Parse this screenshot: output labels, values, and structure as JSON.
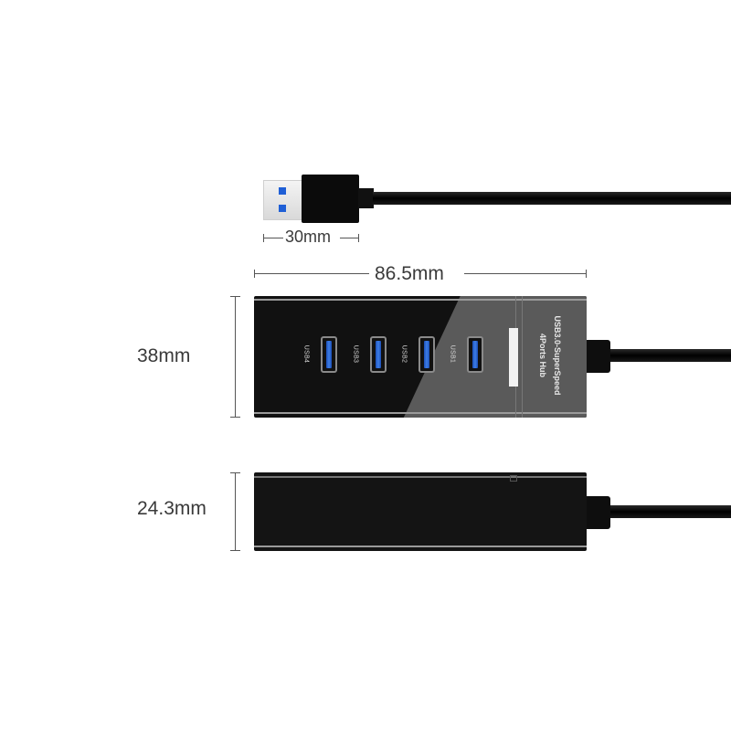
{
  "dimensions": {
    "plug_length": "30mm",
    "hub_length": "86.5mm",
    "hub_width": "38mm",
    "hub_height": "24.3mm"
  },
  "hub": {
    "ports": [
      {
        "label": "USB4"
      },
      {
        "label": "USB3"
      },
      {
        "label": "USB2"
      },
      {
        "label": "USB1"
      }
    ],
    "text_line1": "USB3.0-SuperSpeed",
    "text_line2": "4Ports Hub"
  },
  "colors": {
    "port_blue": "#1f5fd6",
    "hub_body": "#111111",
    "hub_glass": "#5a5a5a",
    "dimension_text": "#3a3a3a"
  }
}
